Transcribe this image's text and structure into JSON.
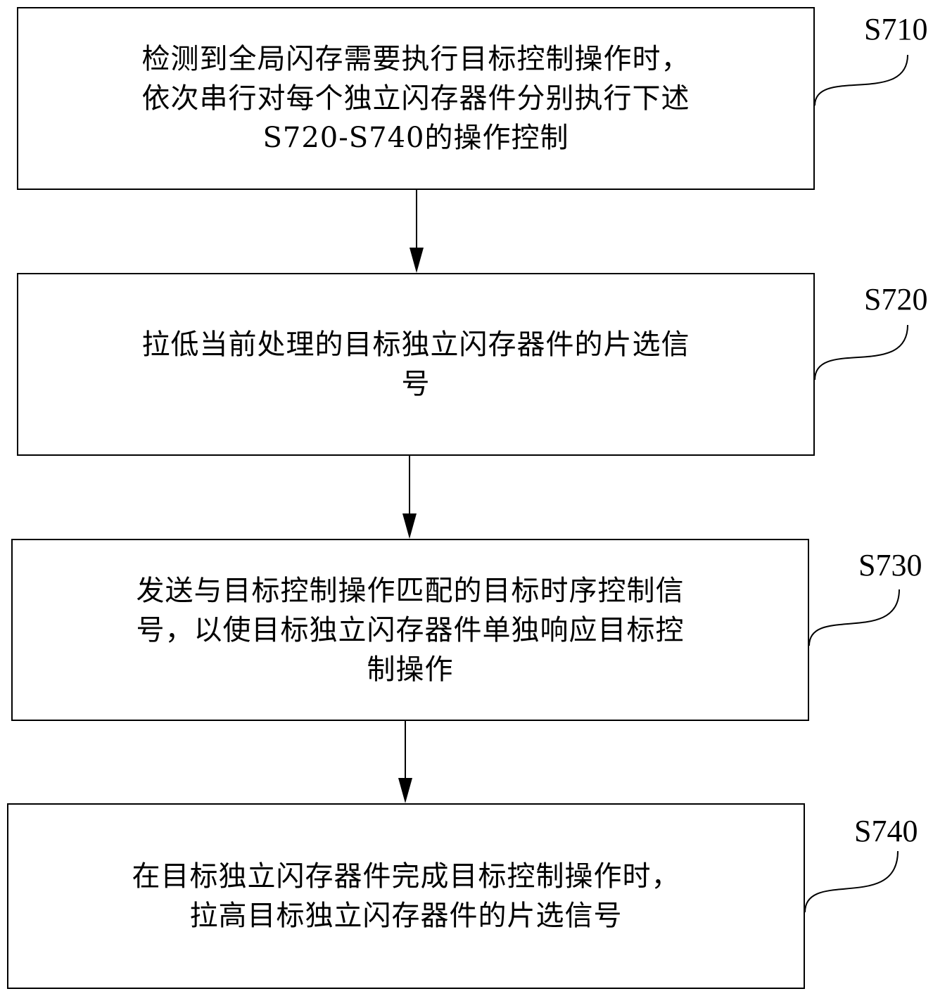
{
  "steps": [
    {
      "id": "S710",
      "label": "S710",
      "lines": [
        "检测到全局闪存需要执行目标控制操作时，",
        "依次串行对每个独立闪存器件分别执行下述",
        "S720-S740的操作控制"
      ]
    },
    {
      "id": "S720",
      "label": "S720",
      "lines": [
        "拉低当前处理的目标独立闪存器件的片选信",
        "号"
      ]
    },
    {
      "id": "S730",
      "label": "S730",
      "lines": [
        "发送与目标控制操作匹配的目标时序控制信",
        "号，以使目标独立闪存器件单独响应目标控",
        "制操作"
      ]
    },
    {
      "id": "S740",
      "label": "S740",
      "lines": [
        "在目标独立闪存器件完成目标控制操作时，",
        "拉高目标独立闪存器件的片选信号"
      ]
    }
  ]
}
